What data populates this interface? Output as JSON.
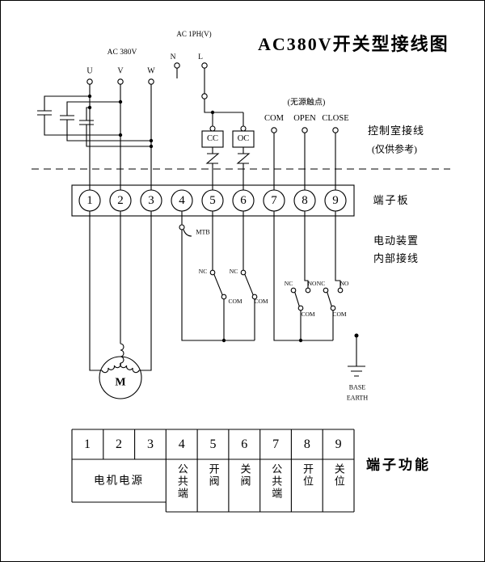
{
  "header": {
    "title": "AC380V开关型接线图",
    "ac_three_phase": "AC 380V",
    "ac_single_phase": "AC 1PH(V)",
    "phase_u": "U",
    "phase_v": "V",
    "phase_w": "W",
    "neutral": "N",
    "line": "L"
  },
  "control_section": {
    "cc": "CC",
    "oc": "OC",
    "dry_contact_note": "(无源触点)",
    "com": "COM",
    "open": "OPEN",
    "close": "CLOSE",
    "control_room_line1": "控制室接线",
    "control_room_line2": "(仅供参考)"
  },
  "terminal_board": {
    "label": "端子板",
    "numbers": [
      "1",
      "2",
      "3",
      "4",
      "5",
      "6",
      "7",
      "8",
      "9"
    ]
  },
  "internal_section": {
    "label_line1": "电动装置",
    "label_line2": "内部接线",
    "mtb": "MTB",
    "motor": "M",
    "sw_open_valve": {
      "nc": "NC",
      "com": "COM"
    },
    "sw_close_valve": {
      "nc": "NC",
      "com": "COM"
    },
    "sw_open_pos": {
      "nc": "NC",
      "no": "NO",
      "com": "COM"
    },
    "sw_close_pos": {
      "nc": "NC",
      "no": "NO",
      "com": "COM"
    },
    "earth_line1": "BASE",
    "earth_line2": "EARTH"
  },
  "function_table": {
    "label": "端子功能",
    "numbers": [
      "1",
      "2",
      "3",
      "4",
      "5",
      "6",
      "7",
      "8",
      "9"
    ],
    "motor_power": "电机电源",
    "col_functions": [
      "公共端",
      "开阀",
      "关阀",
      "公共端",
      "开位",
      "关位"
    ]
  }
}
